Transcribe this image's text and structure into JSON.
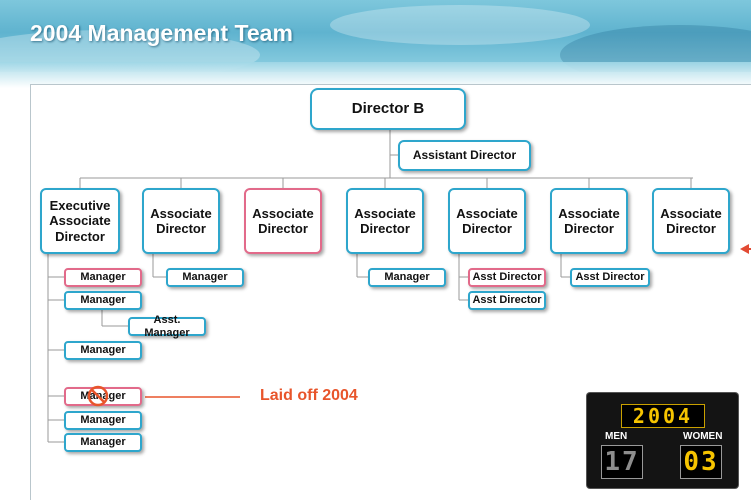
{
  "slide": {
    "title": "2004 Management Team"
  },
  "org": {
    "director": "Director B",
    "assistant_director": "Assistant Director",
    "columns": [
      {
        "title": "Executive Associate Director",
        "highlight": false
      },
      {
        "title": "Associate Director",
        "highlight": false
      },
      {
        "title": "Associate Director",
        "highlight": true
      },
      {
        "title": "Associate Director",
        "highlight": false
      },
      {
        "title": "Associate Director",
        "highlight": false
      },
      {
        "title": "Associate Director",
        "highlight": false
      },
      {
        "title": "Associate Director",
        "highlight": false
      }
    ],
    "col1_reports": [
      "Manager",
      "Manager",
      "Asst. Manager",
      "Manager",
      "Manager",
      "Manager",
      "Manager"
    ],
    "col2_reports": [
      "Manager"
    ],
    "col4_reports": [
      "Manager"
    ],
    "col5_reports": [
      "Asst Director",
      "Asst Director"
    ],
    "col6_reports": [
      "Asst Director"
    ]
  },
  "annotation": {
    "laid_off": "Laid off 2004"
  },
  "scoreboard": {
    "year": "2004",
    "men_label": "MEN",
    "women_label": "WOMEN",
    "men": "17",
    "women": "03"
  },
  "colors": {
    "blue": "#2ea6cc",
    "pink": "#e26a8a",
    "accent": "#e8552b",
    "scoreboard_yellow": "#f6c400"
  }
}
